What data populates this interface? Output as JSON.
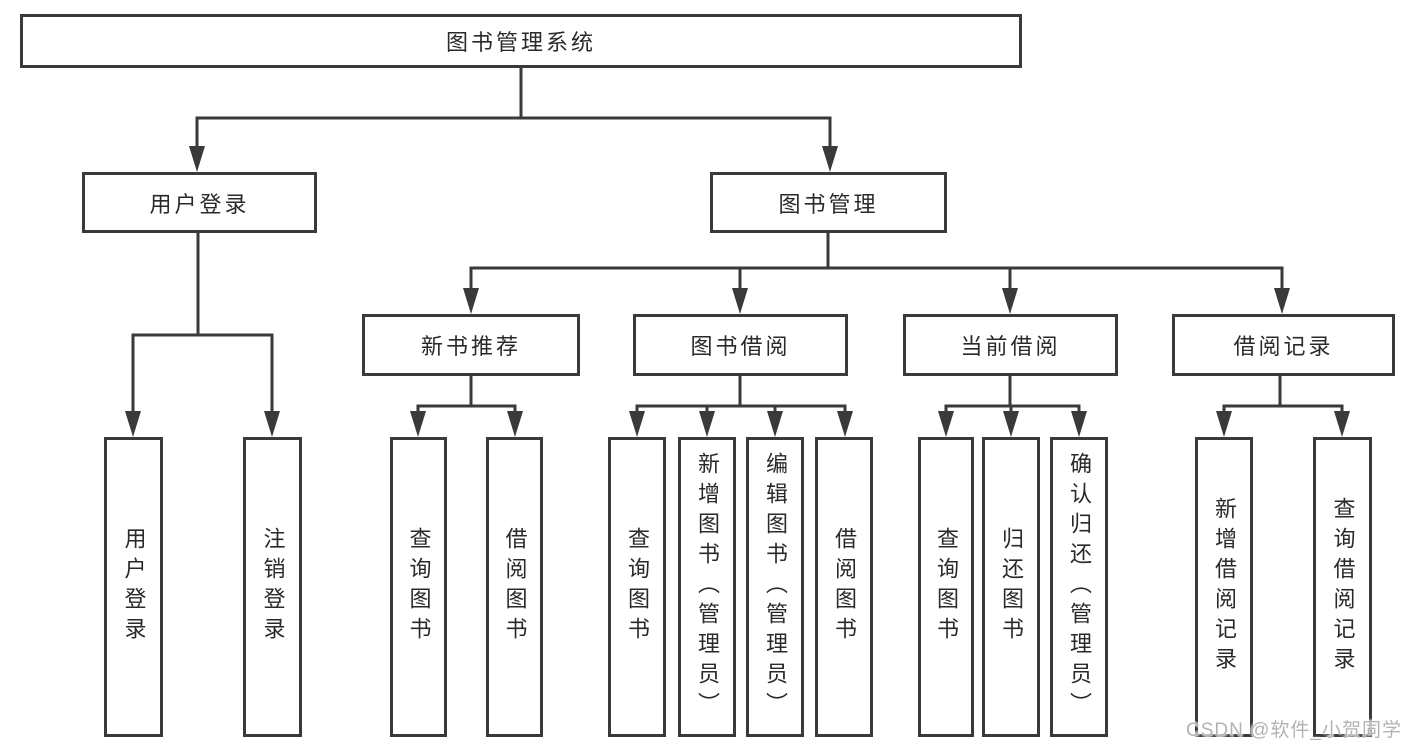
{
  "diagram": {
    "root": {
      "label": "图书管理系统"
    },
    "level2": [
      {
        "label": "用户登录"
      },
      {
        "label": "图书管理"
      }
    ],
    "level3": [
      {
        "label": "新书推荐"
      },
      {
        "label": "图书借阅"
      },
      {
        "label": "当前借阅"
      },
      {
        "label": "借阅记录"
      }
    ],
    "leaves": {
      "login_group": [
        {
          "label": "用户登录"
        },
        {
          "label": "注销登录"
        }
      ],
      "new_books_group": [
        {
          "label": "查询图书"
        },
        {
          "label": "借阅图书"
        }
      ],
      "borrow_group": [
        {
          "label": "查询图书"
        },
        {
          "label": "新增图书（管理员）"
        },
        {
          "label": "编辑图书（管理员）"
        },
        {
          "label": "借阅图书"
        }
      ],
      "current_group": [
        {
          "label": "查询图书"
        },
        {
          "label": "归还图书"
        },
        {
          "label": "确认归还（管理员）"
        }
      ],
      "records_group": [
        {
          "label": "新增借阅记录"
        },
        {
          "label": "查询借阅记录"
        }
      ]
    },
    "watermark": "CSDN @软件_小贺同学",
    "colors": {
      "line": "#3a3a3a",
      "box_background": "#ffffff",
      "text": "#2a2a2a",
      "watermark_text": "#b3b3b3"
    }
  }
}
